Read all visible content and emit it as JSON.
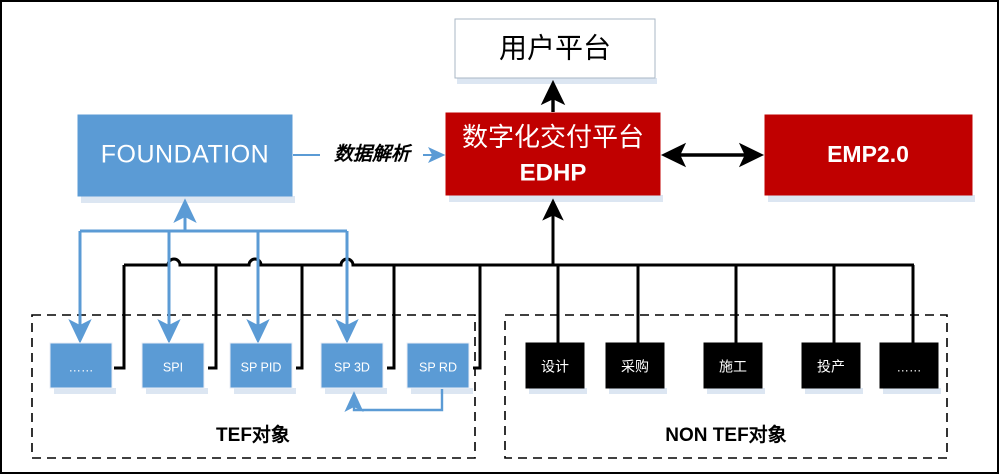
{
  "diagram": {
    "title_present": false,
    "colors": {
      "blue_fill": "#5b9bd5",
      "blue_stroke": "#5b9bd5",
      "red_fill": "#c00000",
      "black_fill": "#000000",
      "white_fill": "#ffffff",
      "shadow": "#dce6f2",
      "border": "#000000"
    },
    "nodes": {
      "user_platform": {
        "label": "用户平台",
        "fill": "#ffffff",
        "text_color": "#000000"
      },
      "edhp": {
        "label_cn": "数字化交付平台",
        "label_en": "EDHP",
        "fill": "#c00000",
        "text_color": "#ffffff"
      },
      "foundation": {
        "label": "FOUNDATION",
        "fill": "#5b9bd5",
        "text_color": "#ffffff"
      },
      "emp": {
        "label": "EMP2.0",
        "fill": "#c00000",
        "text_color": "#ffffff"
      }
    },
    "edges": {
      "foundation_to_edhp_label": "数据解析"
    },
    "groups": {
      "tef": {
        "label": "TEF对象",
        "items": [
          {
            "label": "……",
            "fill": "#5b9bd5"
          },
          {
            "label": "SPI",
            "fill": "#5b9bd5"
          },
          {
            "label": "SP PID",
            "fill": "#5b9bd5"
          },
          {
            "label": "SP 3D",
            "fill": "#5b9bd5"
          },
          {
            "label": "SP RD",
            "fill": "#5b9bd5"
          }
        ]
      },
      "non_tef": {
        "label": "NON TEF对象",
        "items": [
          {
            "label": "设计",
            "fill": "#000000"
          },
          {
            "label": "采购",
            "fill": "#000000"
          },
          {
            "label": "施工",
            "fill": "#000000"
          },
          {
            "label": "投产",
            "fill": "#000000"
          },
          {
            "label": "……",
            "fill": "#000000"
          }
        ]
      }
    }
  }
}
